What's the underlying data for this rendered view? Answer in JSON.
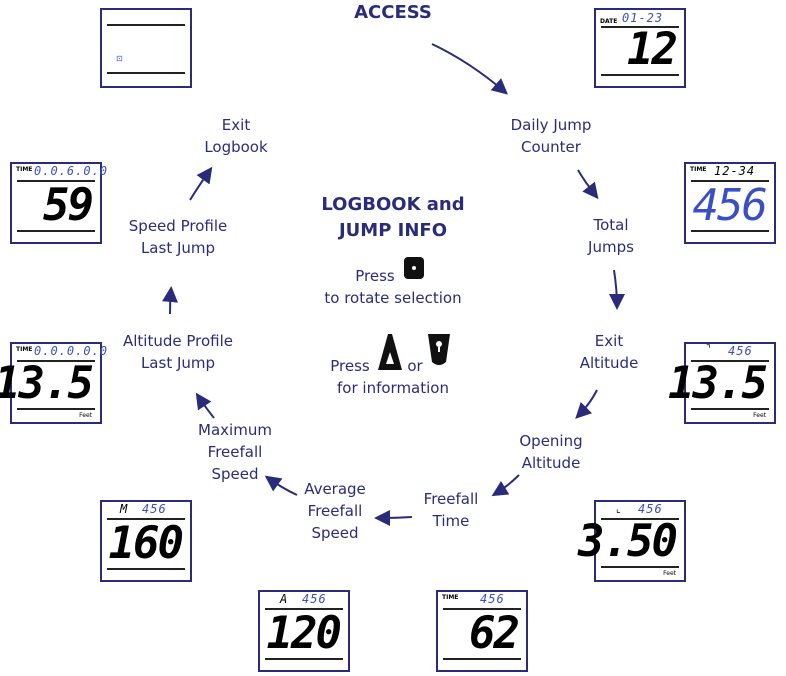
{
  "header": {
    "title": "ACCESS"
  },
  "center": {
    "title_line1": "LOGBOOK and",
    "title_line2": "JUMP INFO",
    "rotate_line1": "Press",
    "rotate_line2": "to rotate selection",
    "info_press": "Press",
    "info_or": "or",
    "info_line2": "for information"
  },
  "labels": {
    "daily_jump_counter": [
      "Daily Jump",
      "Counter"
    ],
    "total_jumps": [
      "Total",
      "Jumps"
    ],
    "exit_altitude": [
      "Exit",
      "Altitude"
    ],
    "opening_altitude": [
      "Opening",
      "Altitude"
    ],
    "freefall_time": [
      "Freefall",
      "Time"
    ],
    "average_freefall_speed": [
      "Average",
      "Freefall",
      "Speed"
    ],
    "maximum_freefall_speed": [
      "Maximum",
      "Freefall",
      "Speed"
    ],
    "altitude_profile": [
      "Altitude Profile",
      "Last Jump"
    ],
    "speed_profile": [
      "Speed Profile",
      "Last Jump"
    ],
    "exit_logbook": [
      "Exit",
      "Logbook"
    ]
  },
  "displays": {
    "exit_logbook": {
      "top": "",
      "big": "",
      "unit": ""
    },
    "daily_counter": {
      "small": "DATE",
      "top": "01-23",
      "big": "12",
      "unit": ""
    },
    "total_jumps": {
      "small": "TIME",
      "top": "12-34",
      "big": "456",
      "unit": ""
    },
    "exit_altitude": {
      "small": "",
      "top": "456",
      "big": "13.5",
      "unit": "Feet"
    },
    "opening_altitude": {
      "small": "",
      "top": "456",
      "big": "3.50",
      "unit": "Feet"
    },
    "freefall_time": {
      "small": "TIME",
      "top": "456",
      "big": "62",
      "unit": ""
    },
    "average_speed": {
      "small": "",
      "top": "456",
      "big": "120",
      "unit": ""
    },
    "maximum_speed": {
      "small": "",
      "top": "456",
      "big": "160",
      "unit": ""
    },
    "altitude_profile": {
      "small": "TIME",
      "top": "0.0.0.0.0",
      "big": "13.5",
      "unit": "Feet"
    },
    "speed_profile": {
      "small": "TIME",
      "top": "0.0.6.0.0",
      "big": "59",
      "unit": ""
    }
  },
  "colors": {
    "accent": "#2a2c7a",
    "lcd_blue": "#3b4fc4"
  }
}
